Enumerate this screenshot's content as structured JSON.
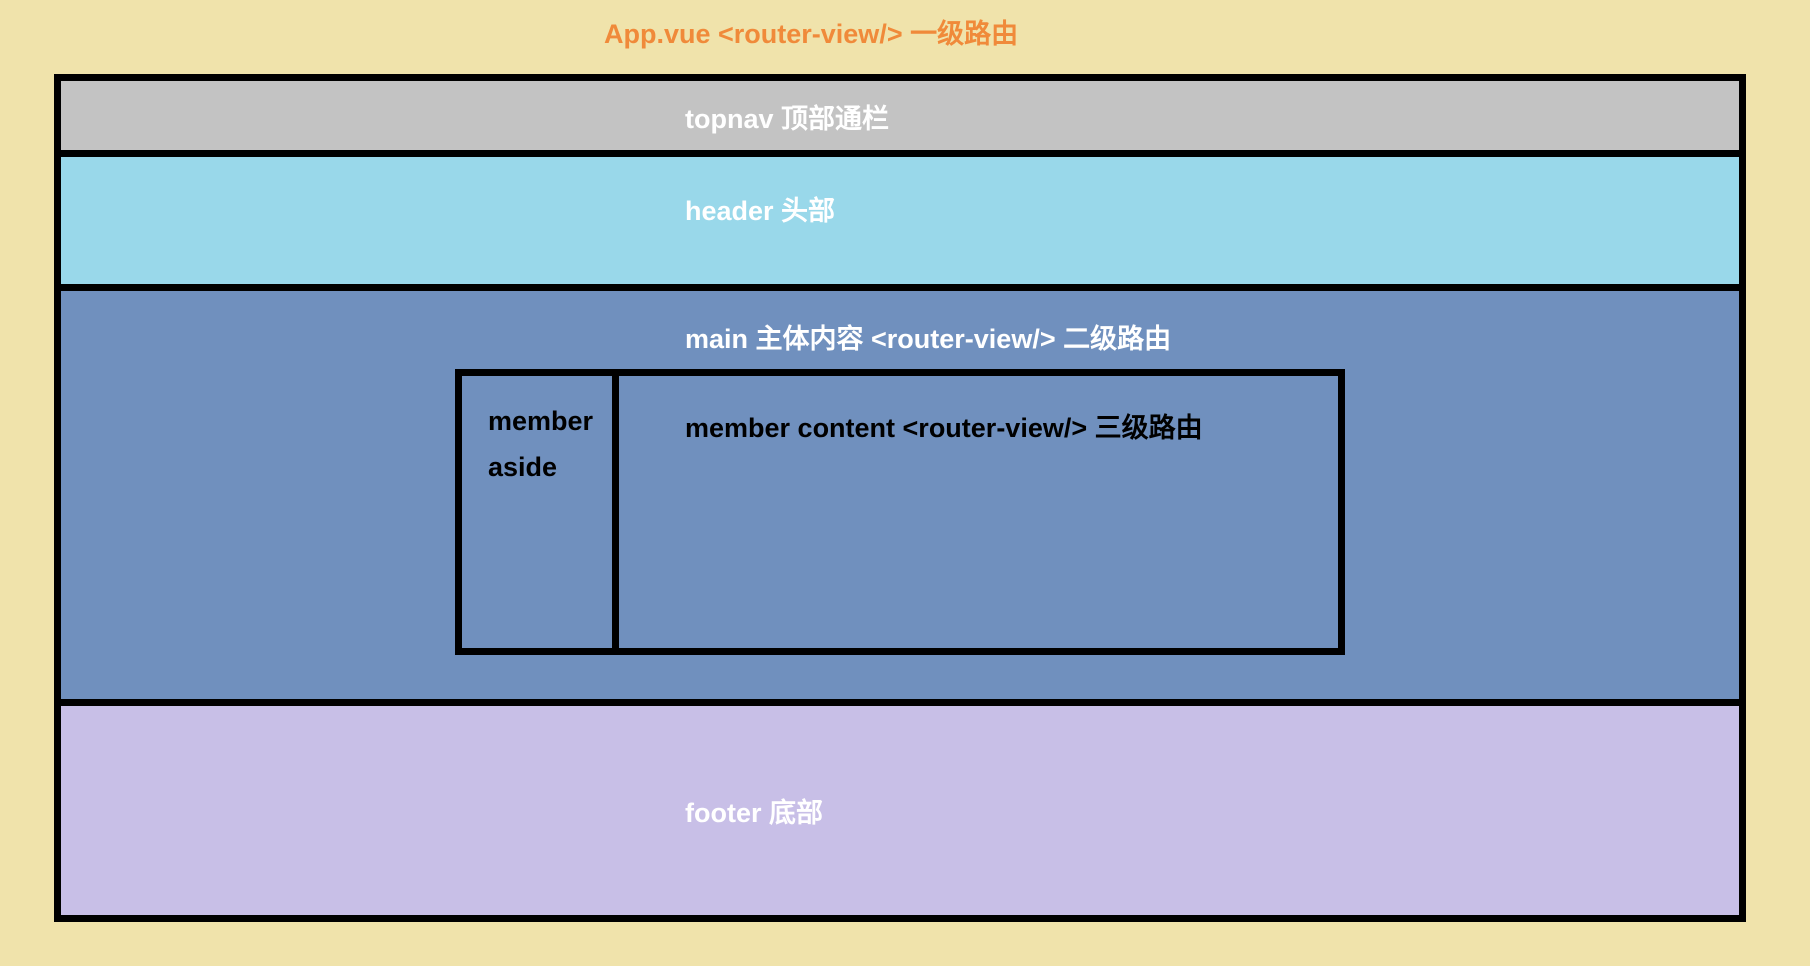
{
  "title": "App.vue <router-view/> 一级路由",
  "layout": {
    "topnav": {
      "label": "topnav  顶部通栏"
    },
    "header": {
      "label": "header 头部"
    },
    "main": {
      "label": "main  主体内容  <router-view/> 二级路由",
      "member_aside": {
        "line1": "member",
        "line2": "aside"
      },
      "member_content": {
        "label": "member content <router-view/> 三级路由"
      }
    },
    "footer": {
      "label": "footer 底部"
    }
  },
  "colors": {
    "background": "#f0e3ab",
    "title": "#f08a3a",
    "topnav": "#c3c3c3",
    "header": "#99d8ea",
    "main": "#7090be",
    "footer": "#c8bfe7",
    "border": "#000000"
  }
}
